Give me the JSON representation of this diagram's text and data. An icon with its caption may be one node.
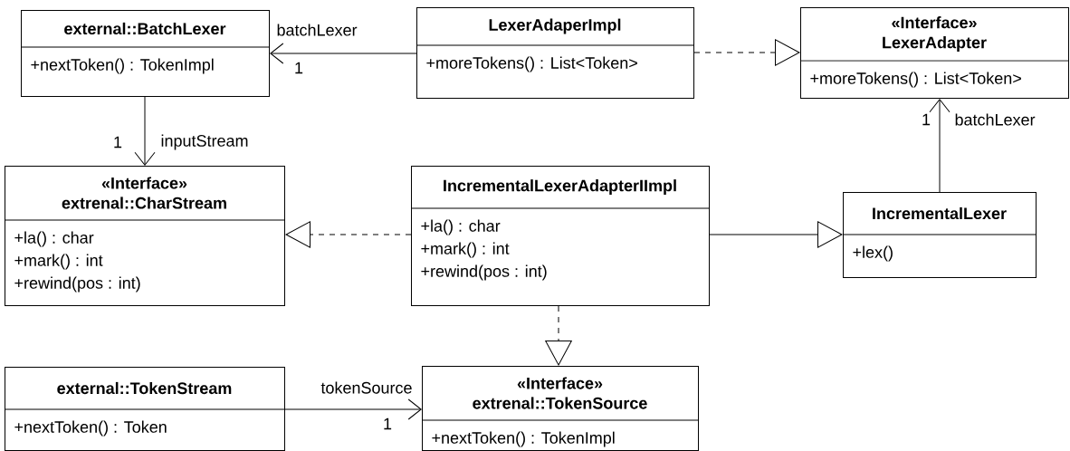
{
  "diagram": {
    "nodes": [
      {
        "text": [
          "external::BatchLexer",
          "+nextToken() : TokenImpl"
        ]
      },
      {
        "text": [
          "LexerAdaperImpl",
          "+moreTokens() : List<Token>"
        ]
      },
      {
        "text": [
          "«Interface» LexerAdapter",
          "+moreTokens() : List<Token>"
        ]
      },
      {
        "text": [
          "«Interface» extrenal::CharStream",
          "+la() : char",
          "+mark() : int",
          "+rewind(pos : int)"
        ]
      },
      {
        "text": [
          "IncrementalLexerAdapterIImpl",
          "+la() : char",
          "+mark() : int",
          "+rewind(pos : int)"
        ]
      },
      {
        "text": [
          "IncrementalLexer",
          "+lex()"
        ]
      },
      {
        "text": [
          "external::TokenStream",
          "+nextToken() : Token"
        ]
      },
      {
        "text": [
          "«Interface» extrenal::TokenSource",
          "+nextToken() : TokenImpl"
        ]
      }
    ],
    "edges": [
      {
        "from": 1,
        "to": 0,
        "arrow": "to",
        "label": "batchLexer"
      },
      {
        "from": 1,
        "to": 2,
        "arrow": "to",
        "style": "dashed"
      },
      {
        "from": 0,
        "to": 3,
        "arrow": "to",
        "label": "inputStream"
      },
      {
        "from": 5,
        "to": 2,
        "arrow": "to",
        "label": "batchLexer"
      },
      {
        "from": 4,
        "to": 3,
        "arrow": "to",
        "style": "dashed"
      },
      {
        "from": 4,
        "to": 5,
        "arrow": "to"
      },
      {
        "from": 4,
        "to": 7,
        "arrow": "to",
        "style": "dashed"
      },
      {
        "from": 6,
        "to": 7,
        "arrow": "to",
        "label": "tokenSource"
      }
    ],
    "labels": [
      "1",
      "1",
      "1",
      "1"
    ]
  }
}
